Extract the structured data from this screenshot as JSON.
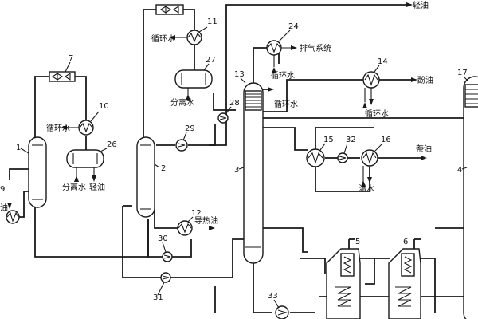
{
  "diagram": {
    "numbers": {
      "n1": "1",
      "n2": "2",
      "n3": "3",
      "n4": "4",
      "n5": "5",
      "n6": "6",
      "n7": "7",
      "n10": "10",
      "n11": "11",
      "n12": "12",
      "n13": "13",
      "n14": "14",
      "n15": "15",
      "n16": "16",
      "n17": "17",
      "n24": "24",
      "n26": "26",
      "n27": "27",
      "n28": "28",
      "n29": "29",
      "n30": "30",
      "n31": "31",
      "n32": "32",
      "n33": "33",
      "n9": "9"
    },
    "labels": {
      "cooling_water_10": "循环水",
      "cooling_water_11": "循环水",
      "cooling_water_24": "循环水",
      "cooling_water_13": "循环水",
      "cooling_water_14": "循环水",
      "exhaust_system": "排气系统",
      "phenol_oil": "酚油",
      "naphthalene_oil": "萘油",
      "warm_water": "温水",
      "heat_transfer_oil": "导热油",
      "separated_water_26": "分离水",
      "light_oil_26": "轻油",
      "separated_water_27": "分离水",
      "light_oil_top": "轻油",
      "feed_left": "油"
    }
  }
}
